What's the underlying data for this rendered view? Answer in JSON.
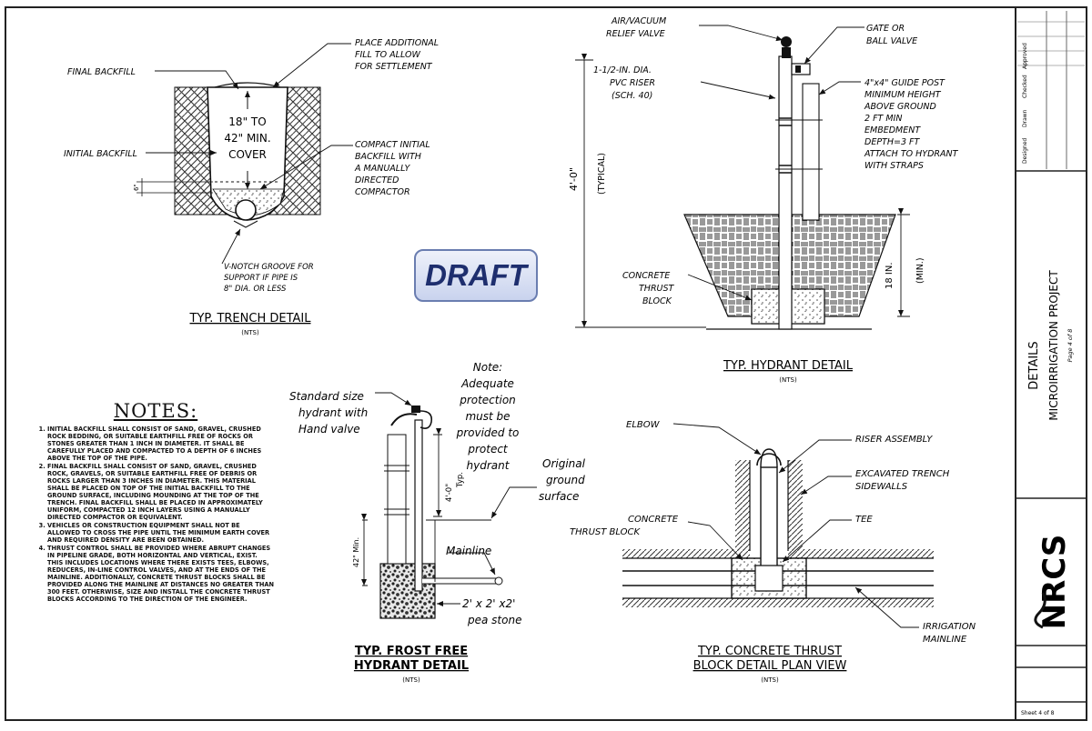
{
  "watermark": "DRAFT",
  "notes": {
    "title": "NOTES:",
    "items": [
      "INITIAL BACKFILL SHALL CONSIST OF SAND, GRAVEL, CRUSHED ROCK BEDDING, OR SUITABLE EARTHFILL FREE OF ROCKS OR STONES GREATER THAN 1 INCH IN DIAMETER. IT SHALL BE CAREFULLY PLACED AND COMPACTED TO A DEPTH OF 6 INCHES ABOVE THE TOP OF THE PIPE.",
      "FINAL BACKFILL SHALL CONSIST OF SAND, GRAVEL, CRUSHED ROCK, GRAVELS, OR SUITABLE EARTHFILL FREE OF DEBRIS OR ROCKS LARGER THAN 3 INCHES IN DIAMETER. THIS MATERIAL SHALL BE PLACED ON TOP OF THE INITIAL BACKFILL TO THE GROUND SURFACE, INCLUDING MOUNDING AT THE TOP OF THE TRENCH. FINAL BACKFILL SHALL BE PLACED IN APPROXIMATELY UNIFORM, COMPACTED 12 INCH LAYERS USING A MANUALLY DIRECTED COMPACTOR OR EQUIVALENT.",
      "VEHICLES OR CONSTRUCTION EQUIPMENT SHALL NOT BE ALLOWED TO CROSS THE PIPE UNTIL THE MINIMUM EARTH COVER AND REQUIRED DENSITY ARE BEEN OBTAINED.",
      "THRUST CONTROL SHALL BE PROVIDED WHERE ABRUPT CHANGES IN PIPELINE GRADE, BOTH HORIZONTAL AND VERTICAL, EXIST. THIS INCLUDES LOCATIONS WHERE THERE EXISTS TEES, ELBOWS, REDUCERS, IN-LINE CONTROL VALVES, AND AT THE ENDS OF THE MAINLINE. ADDITIONALLY, CONCRETE THRUST BLOCKS SHALL BE PROVIDED ALONG THE MAINLINE AT DISTANCES NO GREATER THAN 300 FEET. OTHERWISE, SIZE AND INSTALL THE CONCRETE THRUST BLOCKS ACCORDING TO THE DIRECTION OF THE ENGINEER."
    ]
  },
  "trench": {
    "title": "TYP. TRENCH DETAIL",
    "scale": "(NTS)",
    "final_backfill": "FINAL BACKFILL",
    "initial_backfill": "INITIAL BACKFILL",
    "place_fill": [
      "PLACE ADDITIONAL",
      "FILL TO ALLOW",
      "FOR SETTLEMENT"
    ],
    "cover": [
      "18\" TO",
      "42\" MIN.",
      "COVER"
    ],
    "compact": [
      "COMPACT INITIAL",
      "BACKFILL WITH",
      "A MANUALLY",
      "DIRECTED",
      "COMPACTOR"
    ],
    "vnotch": [
      "V-NOTCH GROOVE FOR",
      "SUPPORT IF PIPE IS",
      "8\" DIA. OR LESS"
    ],
    "dim": "6\""
  },
  "hydrant": {
    "title": "TYP. HYDRANT DETAIL",
    "scale": "(NTS)",
    "air_valve": [
      "AIR/VACUUM",
      "RELIEF VALVE"
    ],
    "gate_valve": [
      "GATE OR",
      "BALL VALVE"
    ],
    "riser": [
      "1-1/2-IN. DIA.",
      "PVC RISER",
      "(SCH. 40)"
    ],
    "guide_post": [
      "4\"x4\" GUIDE POST",
      "MINIMUM HEIGHT",
      "ABOVE GROUND",
      "2 FT MIN",
      "EMBEDMENT",
      "DEPTH=3 FT",
      "ATTACH TO HYDRANT",
      "WITH STRAPS"
    ],
    "height": "4'-0\"",
    "typical": "(TYPICAL)",
    "depth": "18 IN.",
    "min": "(MIN.)",
    "thrust_block": [
      "CONCRETE",
      "THRUST",
      "BLOCK"
    ]
  },
  "frost": {
    "title": [
      "TYP. FROST FREE",
      "HYDRANT DETAIL"
    ],
    "scale": "(NTS)",
    "std_hydrant": [
      "Standard size",
      "hydrant with",
      "Hand valve"
    ],
    "note": [
      "Note:",
      "Adequate",
      "protection",
      "must be",
      "provided to",
      "protect",
      "hydrant"
    ],
    "ground": [
      "Original",
      "ground",
      "surface"
    ],
    "mainline": "Mainline",
    "pea_stone": [
      "2' x 2' x2'",
      "pea stone"
    ],
    "dim_top": "4'-0\"",
    "typ": "Typ.",
    "dim_bottom": "42\" Min."
  },
  "thrust": {
    "title": [
      "TYP. CONCRETE THRUST",
      "BLOCK DETAIL PLAN VIEW"
    ],
    "scale": "(NTS)",
    "elbow": "ELBOW",
    "riser_assembly": "RISER ASSEMBLY",
    "sidewalls": [
      "EXCAVATED TRENCH",
      "SIDEWALLS"
    ],
    "tee": "TEE",
    "block": [
      "CONCRETE",
      "THRUST BLOCK"
    ],
    "mainline": [
      "IRRIGATION",
      "MAINLINE"
    ]
  },
  "titleblock": {
    "rev_rows": [
      "Designed",
      "Drawn",
      "Checked",
      "Approved"
    ],
    "sheet_title": [
      "DETAILS",
      "MICROIRRIGATION PROJECT"
    ],
    "page": "Page 4 of 8",
    "agency": "NRCS",
    "sheet_no": "Sheet 4 of 8"
  },
  "colors": {
    "ink": "#111111",
    "draft_text": "#1e2e6e",
    "draft_border": "#6a7db0"
  }
}
